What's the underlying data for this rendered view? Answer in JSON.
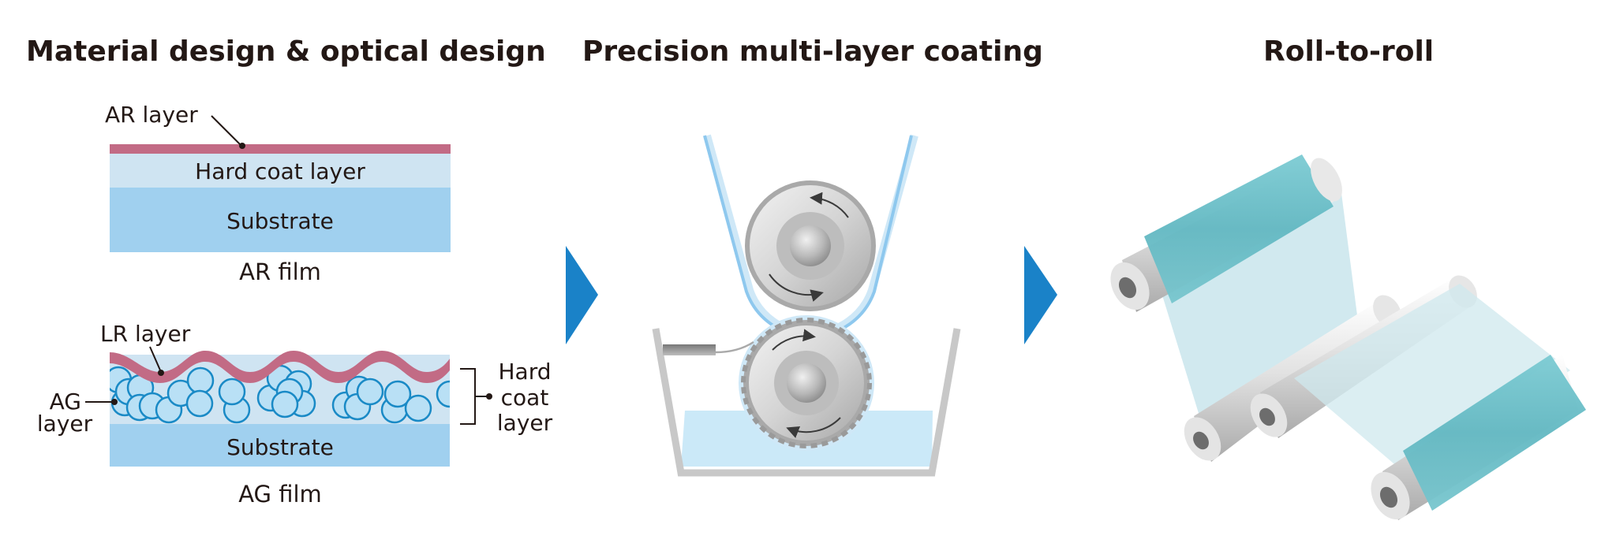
{
  "sections": [
    {
      "title": "Material design & optical design"
    },
    {
      "title": "Precision multi-layer coating"
    },
    {
      "title": "Roll-to-roll"
    }
  ],
  "ar_film": {
    "caption": "AR film",
    "layers": {
      "ar_layer": "AR layer",
      "hard_coat": "Hard coat layer",
      "substrate": "Substrate"
    }
  },
  "ag_film": {
    "caption": "AG film",
    "layers": {
      "lr_layer": "LR layer",
      "ag_layer_line1": "AG",
      "ag_layer_line2": "layer",
      "hard_coat_line1": "Hard",
      "hard_coat_line2": "coat",
      "hard_coat_line3": "layer",
      "substrate": "Substrate"
    }
  },
  "flow_arrows": [
    "arrow-1",
    "arrow-2"
  ],
  "colors": {
    "text": "#231815",
    "arrow": "#1a82c8",
    "ar_layer": "#c26b85",
    "hard_coat": "#cfe4f2",
    "substrate": "#a0d0ef",
    "particle_fill": "#b9e0f5",
    "particle_stroke": "#1a8ac6",
    "coating_liquid": "#cbe9f8",
    "tank": "#c8c8c8",
    "roll_film": "#6cc2cb",
    "web": "#cfe8ee"
  }
}
